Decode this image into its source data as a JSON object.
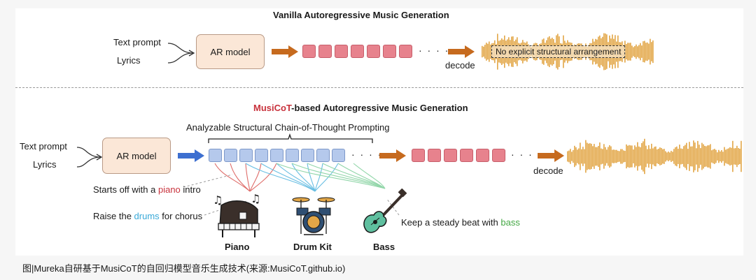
{
  "top": {
    "title": "Vanilla Autoregressive Music Generation",
    "input_1": "Text prompt",
    "input_2": "Lyrics",
    "model": "AR model",
    "decode": "decode",
    "note": "No explicit structural arrangement"
  },
  "bottom": {
    "title_brand": "MusiCoT",
    "title_rest": "-based Autoregressive Music Generation",
    "brace_label": "Analyzable Structural Chain-of-Thought Prompting",
    "input_1": "Text prompt",
    "input_2": "Lyrics",
    "model": "AR model",
    "decode": "decode",
    "instructions": {
      "piano_pre": "Starts off with a ",
      "piano_word": "piano",
      "piano_post": " intro",
      "drums_pre": "Raise the ",
      "drums_word": "drums",
      "drums_post": " for chorus",
      "bass_pre": "Keep a steady beat with ",
      "bass_word": "bass"
    },
    "instruments": {
      "piano": "Piano",
      "drum_kit": "Drum Kit",
      "bass": "Bass"
    }
  },
  "dots": "· · · ·",
  "caption": "图|Mureka自研基于MusiCoT的自回归模型音乐生成技术(来源:MusiCoT.github.io)",
  "colors": {
    "accent_red": "#c8323c",
    "accent_blue": "#39a9d8",
    "accent_green": "#45a845",
    "waveform": "#e2a647",
    "arrow_orange": "#c66a1e",
    "arrow_blue": "#3d6fd0"
  }
}
